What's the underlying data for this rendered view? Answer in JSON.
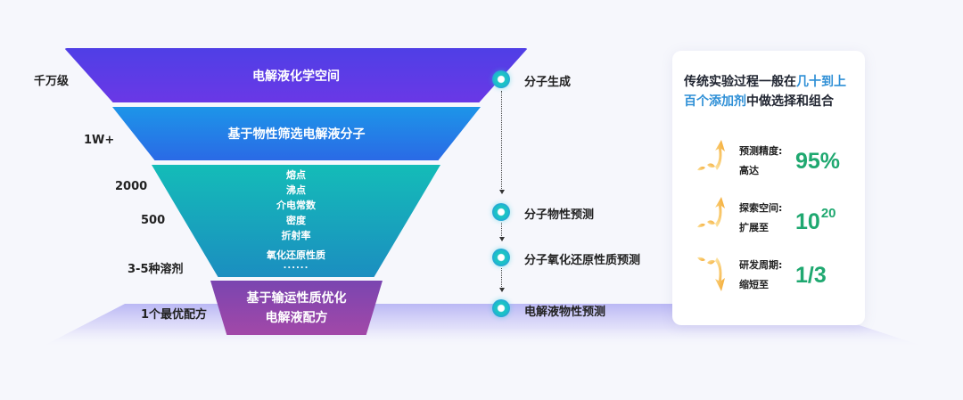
{
  "funnel": {
    "layers": [
      {
        "label": "电解液化学空间",
        "color_top": "#4f3fe6",
        "color_bottom": "#6a38e6"
      },
      {
        "label": "基于物性筛选电解液分子",
        "color_top": "#1d95e8",
        "color_bottom": "#2a6ae6"
      },
      {
        "properties": [
          "熔点",
          "沸点",
          "介电常数",
          "密度",
          "折射率",
          "氧化还原性质",
          "......"
        ],
        "color_top": "#14bcb8",
        "color_bottom": "#1b8ec0"
      },
      {
        "line1": "基于输运性质优化",
        "line2": "电解液配方",
        "color_top": "#7a45b0",
        "color_bottom": "#a248a8"
      }
    ],
    "levels": [
      "千万级",
      "1W+",
      "2000",
      "500",
      "3-5种溶剂",
      "1个最优配方"
    ]
  },
  "steps": [
    {
      "label": "分子生成"
    },
    {
      "label": "分子物性预测"
    },
    {
      "label": "分子氧化还原性质预测"
    },
    {
      "label": "电解液物性预测"
    }
  ],
  "card": {
    "title_plain_1": "传统实验过程一般在",
    "title_highlight_1": "几十到上",
    "title_highlight_2": "百个添加剂",
    "title_plain_2": "中做选择和组合",
    "highlight_color": "#2e8fd6",
    "metrics": [
      {
        "label_1": "预测精度:",
        "label_2": "高达",
        "value": "95%",
        "icon": "trend-up-arrow-icon"
      },
      {
        "label_1": "探索空间:",
        "label_2": "扩展至",
        "value_base": "10",
        "value_exp": "20",
        "icon": "trend-up-arrow-icon"
      },
      {
        "label_1": "研发周期:",
        "label_2": "缩短至",
        "value": "1/3",
        "icon": "trend-down-arrow-icon"
      }
    ],
    "value_color": "#1fa870"
  }
}
